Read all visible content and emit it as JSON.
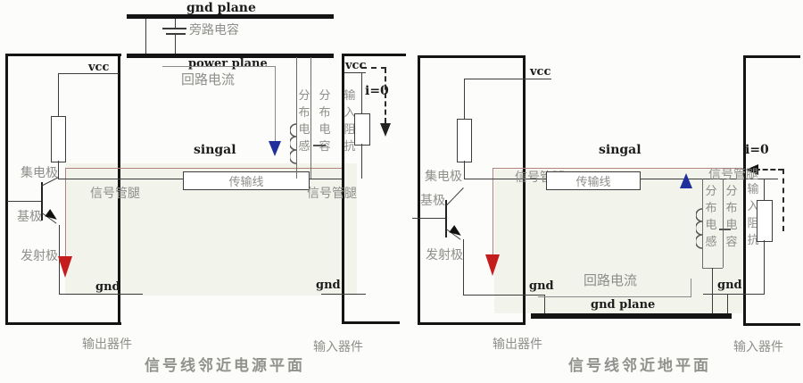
{
  "figure": {
    "type": "circuit-schematic",
    "panels": 2
  },
  "colors": {
    "red_arrow": "#c41d1d",
    "blue_arrow": "#202f9b",
    "signal_trace_brown": "#b3837a",
    "label_gray": "#8e8e8a",
    "line_black": "#141414"
  },
  "left": {
    "caption": "信号线邻近电源平面",
    "gnd_plane": "gnd plane",
    "bypass_capacitor": "旁路电容",
    "power_plane": "power plane",
    "loop_current": "回路电流",
    "vcc": "vcc",
    "vcc_input": "vcc",
    "collector": "集电极",
    "base": "基极",
    "emitter": "发射极",
    "signal_pin": "信号管腿",
    "signal": "singal",
    "transmission_line": "传输线",
    "distributed_inductance": "分布电感",
    "distributed_capacitance": "分布电容",
    "input_impedance": "输入阻抗",
    "zero_current": "i=0",
    "gnd": "gnd",
    "gnd_input": "gnd",
    "output_device": "输出器件",
    "input_device": "输入器件"
  },
  "right": {
    "caption": "信号线邻近地平面",
    "gnd_plane": "gnd plane",
    "loop_current": "回路电流",
    "vcc": "vcc",
    "collector": "集电极",
    "base": "基极",
    "emitter": "发射极",
    "signal_pin": "信号管腿",
    "signal": "singal",
    "transmission_line": "传输线",
    "distributed_inductance": "分布电感",
    "distributed_capacitance": "分布电容",
    "input_impedance": "输入阻抗",
    "zero_current": "i=0",
    "gnd": "gnd",
    "gnd_input": "gnd",
    "output_device": "输出器件",
    "input_device": "输入器件"
  }
}
